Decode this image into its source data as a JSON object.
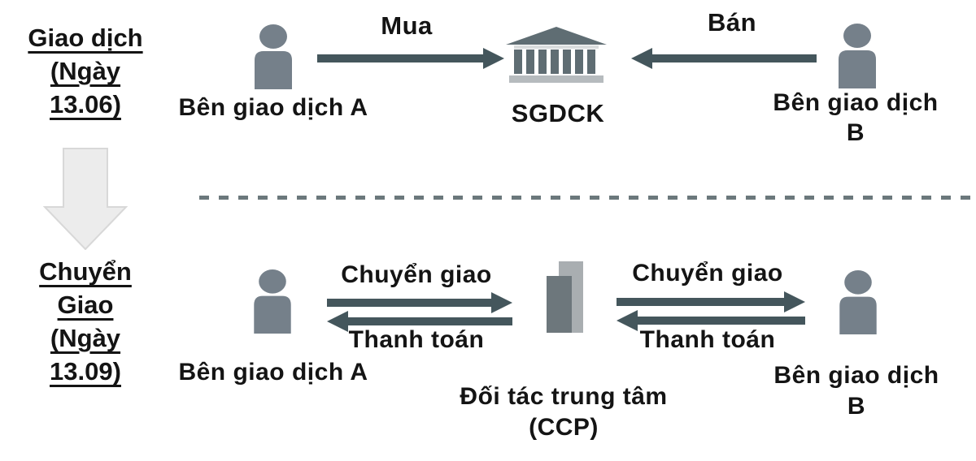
{
  "colors": {
    "arrow": "#44565c",
    "person": "#75808a",
    "bank": "#5f6d73",
    "bankbase": "#b6bbbe",
    "banklight": "#d9dcdd",
    "ccpdark": "#6d777c",
    "ccplight": "#a9aeb1",
    "downfill": "#ececec",
    "downedge": "#d8d8d8",
    "dash": "#6b787c",
    "text": "#141414",
    "bg": "#ffffff"
  },
  "top_section": {
    "stage_lines": [
      "Giao dịch",
      "(Ngày",
      "13.06)"
    ],
    "party_a_label": "Bên giao dịch A",
    "buy_label": "Mua",
    "exchange_label": "SGDCK",
    "sell_label": "Bán",
    "party_b_line1": "Bên giao dịch",
    "party_b_line2": "B"
  },
  "bottom_section": {
    "stage_lines": [
      "Chuyển",
      "Giao",
      "(Ngày",
      "13.09)"
    ],
    "party_a_label": "Bên giao dịch A",
    "transfer_left_label": "Chuyển giao",
    "payment_left_label": "Thanh toán",
    "transfer_right_label": "Chuyển giao",
    "payment_right_label": "Thanh toán",
    "ccp_line1": "Đối tác trung tâm",
    "ccp_line2": "(CCP)",
    "party_b_line1": "Bên giao dịch",
    "party_b_line2": "B"
  }
}
